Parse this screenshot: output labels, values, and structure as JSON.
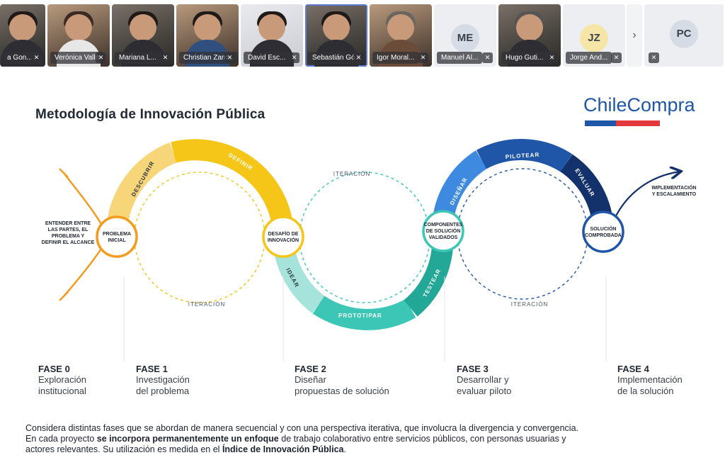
{
  "participants": [
    {
      "name": "a Gon...",
      "style": "video"
    },
    {
      "name": "Verónica Valle",
      "style": "warm"
    },
    {
      "name": "Mariana L...",
      "style": "video"
    },
    {
      "name": "Christian Zarri...",
      "style": "warm"
    },
    {
      "name": "David Esc...",
      "style": "light"
    },
    {
      "name": "Sebastián Gó...",
      "style": "video",
      "selected": true
    },
    {
      "name": "Igor Moral...",
      "style": "warm"
    },
    {
      "name": "Manuel Al...",
      "initials": "ME"
    },
    {
      "name": "Hugo Guti...",
      "style": "video"
    },
    {
      "name": "Jorge And...",
      "initials": "JZ"
    },
    {
      "name": "",
      "initials": "PC"
    }
  ],
  "slide": {
    "title": "Metodología de Innovación Pública",
    "brand": "ChileCompra",
    "colors": {
      "orange": "#f39c1f",
      "yellow": "#f5c518",
      "teal": "#3cc6b5",
      "blue": "#1f56a8",
      "navy": "#13316b"
    },
    "diagram": {
      "arc_labels": {
        "descubrir": "DESCUBRIR",
        "definir": "DEFINIR",
        "idear": "IDEAR",
        "prototipar": "PROTOTIPAR",
        "testear": "TESTEAR",
        "disenar": "DISEÑAR",
        "pilotear": "PILOTEAR",
        "evaluar": "EVALUAR"
      },
      "nodes": {
        "problema": [
          "PROBLEMA",
          "INICIAL"
        ],
        "desafio": [
          "DESAFÍO DE",
          "INNOVACIÓN"
        ],
        "componentes": [
          "COMPONENTES",
          "DE SOLUCIÓN",
          "VALIDADOS"
        ],
        "solucion": [
          "SOLUCIÓN",
          "COMPROBADA"
        ]
      },
      "iteration": "ITERACIÓN",
      "left_text": [
        "ENTENDER ENTRE",
        "LAS PARTES, EL",
        "PROBLEMA Y",
        "DEFINIR EL ALCANCE"
      ],
      "right_text": [
        "IMPLEMENTACIÓN",
        "Y ESCALAMIENTO"
      ]
    },
    "phases": [
      {
        "label": "FASE 0",
        "desc": "Exploración\ninstitucional"
      },
      {
        "label": "FASE 1",
        "desc": "Investigación\ndel problema"
      },
      {
        "label": "FASE 2",
        "desc": "Diseñar\npropuestas de solución"
      },
      {
        "label": "FASE 3",
        "desc": "Desarrollar y\nevaluar piloto"
      },
      {
        "label": "FASE 4",
        "desc": "Implementación\nde la solución"
      }
    ],
    "footer": {
      "line1": "Considera distintas fases que se abordan de manera secuencial y con una perspectiva iterativa, que involucra la divergencia y convergencia.",
      "line2_a": "En cada proyecto ",
      "line2_b": "se incorpora permanentemente un enfoque",
      "line2_c": " de trabajo colaborativo entre servicios públicos, con personas usuarias y",
      "line3_a": "actores relevantes. Su utilización es medida en el ",
      "line3_b": "Índice de Innovación Pública",
      "line3_c": "."
    }
  }
}
